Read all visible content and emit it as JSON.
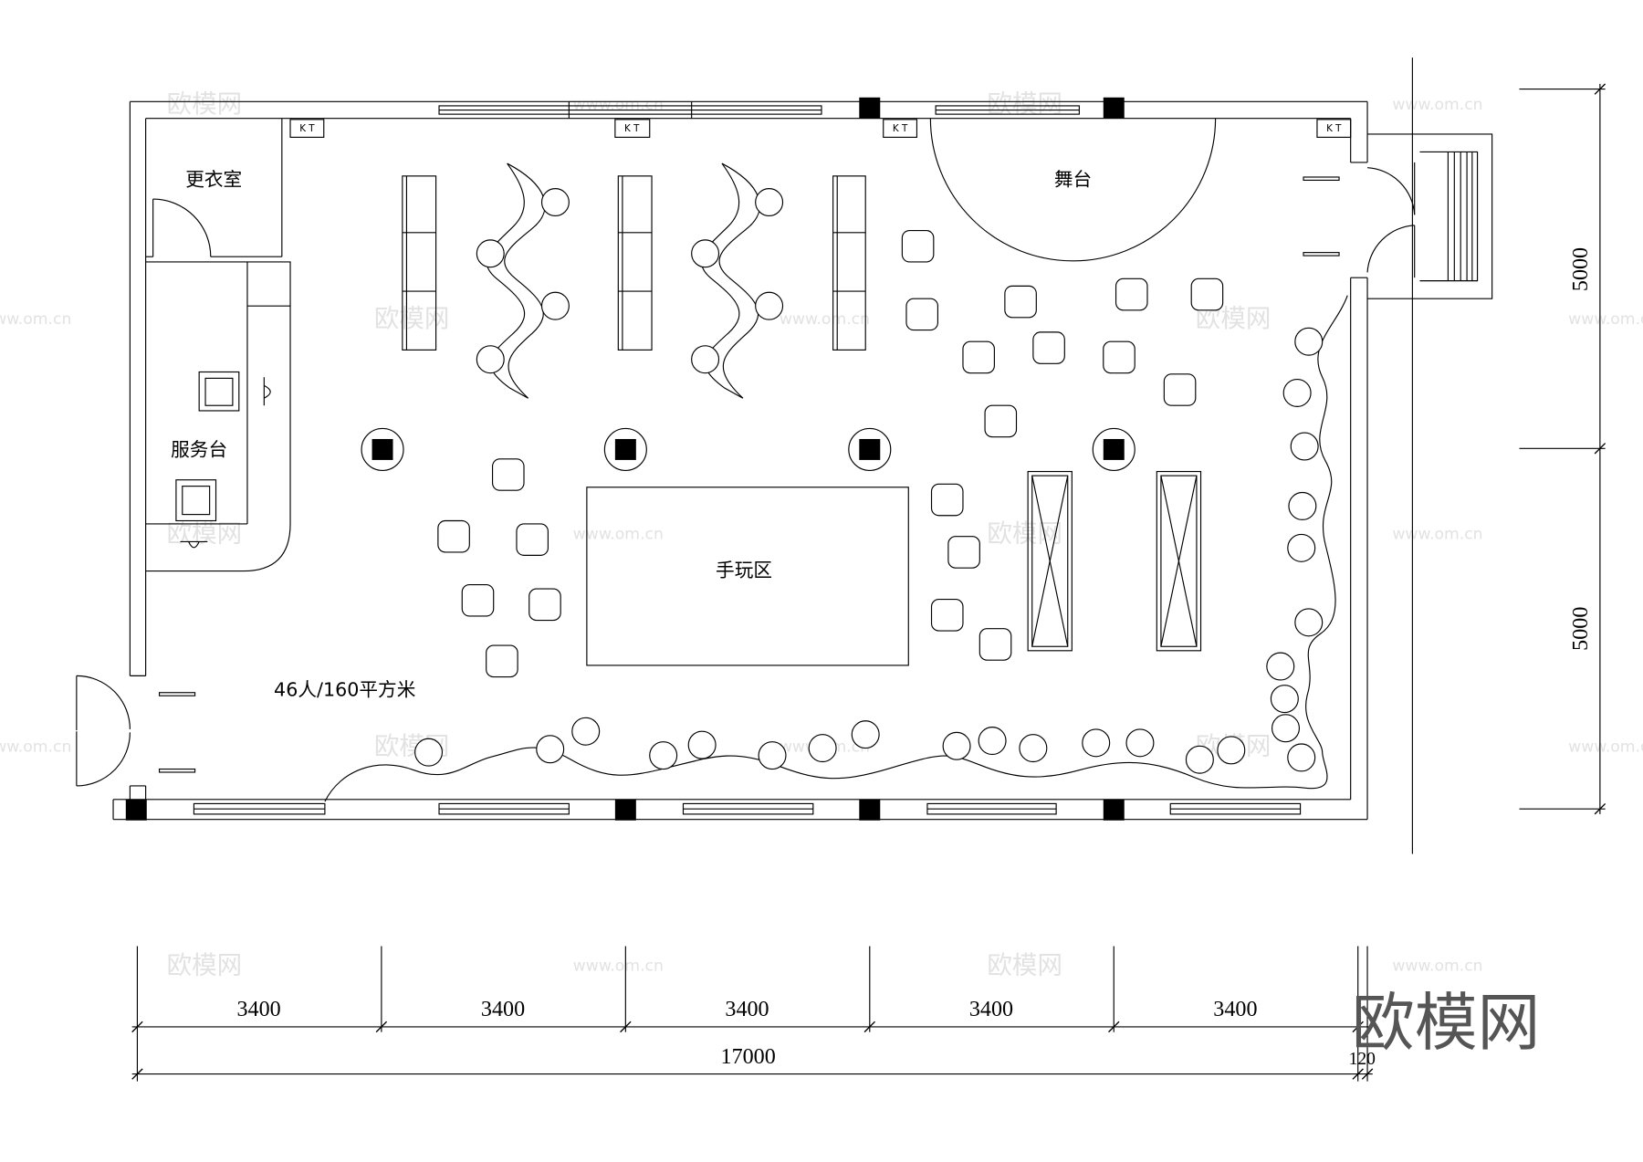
{
  "labels": {
    "changing_room": "更衣室",
    "service_desk": "服务台",
    "stage": "舞台",
    "play_area": "手玩区",
    "capacity": "46人/160平方米",
    "ac_unit": "K T"
  },
  "dimensions": {
    "bay_widths": [
      "3400",
      "3400",
      "3400",
      "3400",
      "3400"
    ],
    "total_width": "17000",
    "wall_thickness": "120",
    "side_spans": [
      "5000",
      "5000"
    ]
  },
  "logo": {
    "text": "欧模网"
  },
  "watermarks": {
    "logo": "欧模网",
    "url": "www.om.cn"
  },
  "colors": {
    "line": "#000000",
    "logo": "#555555",
    "watermark": "#e2e2e2"
  }
}
